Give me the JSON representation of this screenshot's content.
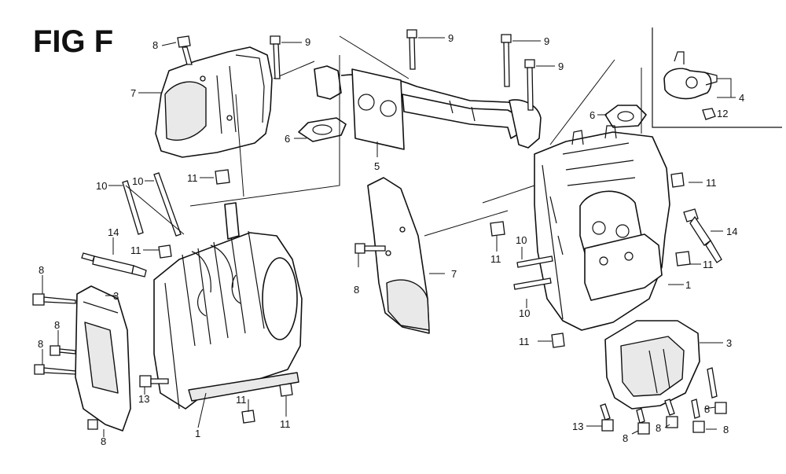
{
  "figure": {
    "title": "FIG F"
  },
  "callouts": [
    {
      "id": "c-8a",
      "label": "8"
    },
    {
      "id": "c-9a",
      "label": "9"
    },
    {
      "id": "c-7a",
      "label": "7"
    },
    {
      "id": "c-9b",
      "label": "9"
    },
    {
      "id": "c-9c",
      "label": "9"
    },
    {
      "id": "c-9d",
      "label": "9"
    },
    {
      "id": "c-4",
      "label": "4"
    },
    {
      "id": "c-12",
      "label": "12"
    },
    {
      "id": "c-6a",
      "label": "6"
    },
    {
      "id": "c-5",
      "label": "5"
    },
    {
      "id": "c-6b",
      "label": "6"
    },
    {
      "id": "c-11a",
      "label": "11"
    },
    {
      "id": "c-10a",
      "label": "10"
    },
    {
      "id": "c-10b",
      "label": "10"
    },
    {
      "id": "c-11b",
      "label": "11"
    },
    {
      "id": "c-14a",
      "label": "14"
    },
    {
      "id": "c-8b",
      "label": "8"
    },
    {
      "id": "c-3a",
      "label": "3"
    },
    {
      "id": "c-8c",
      "label": "8"
    },
    {
      "id": "c-8d",
      "label": "8"
    },
    {
      "id": "c-13a",
      "label": "13"
    },
    {
      "id": "c-8e",
      "label": "8"
    },
    {
      "id": "c-1a",
      "label": "1"
    },
    {
      "id": "c-11c",
      "label": "11"
    },
    {
      "id": "c-11d",
      "label": "11"
    },
    {
      "id": "c-8f",
      "label": "8"
    },
    {
      "id": "c-7b",
      "label": "7"
    },
    {
      "id": "c-11e",
      "label": "11"
    },
    {
      "id": "c-14b",
      "label": "14"
    },
    {
      "id": "c-11f",
      "label": "11"
    },
    {
      "id": "c-10c",
      "label": "10"
    },
    {
      "id": "c-11g",
      "label": "11"
    },
    {
      "id": "c-1b",
      "label": "1"
    },
    {
      "id": "c-10d",
      "label": "10"
    },
    {
      "id": "c-11h",
      "label": "11"
    },
    {
      "id": "c-3b",
      "label": "3"
    },
    {
      "id": "c-13b",
      "label": "13"
    },
    {
      "id": "c-8g",
      "label": "8"
    },
    {
      "id": "c-8h",
      "label": "8"
    },
    {
      "id": "c-8i",
      "label": "8"
    },
    {
      "id": "c-8j",
      "label": "8"
    }
  ]
}
